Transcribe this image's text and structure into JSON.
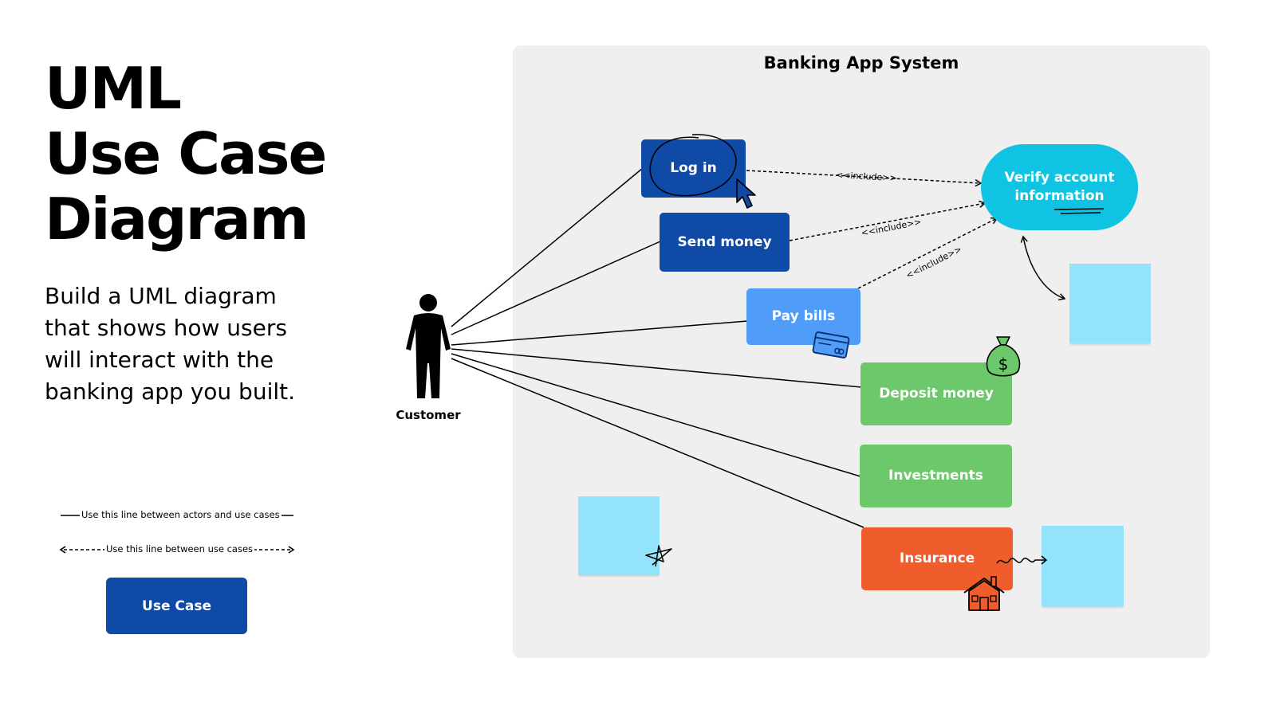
{
  "heading": {
    "line1": "UML",
    "line2": "Use Case",
    "line3": "Diagram"
  },
  "description": "Build a UML diagram that shows how users will interact with the banking app you built.",
  "legend": {
    "actor_line_label": "Use this line between actors and use cases",
    "usecase_line_label": "Use this line between use cases",
    "usecase_example": "Use Case"
  },
  "system": {
    "title": "Banking App System"
  },
  "actor": {
    "label": "Customer"
  },
  "use_cases": {
    "login": "Log in",
    "send_money": "Send money",
    "pay_bills": "Pay bills",
    "deposit_money": "Deposit money",
    "investments": "Investments",
    "insurance": "Insurance",
    "verify": "Verify account information"
  },
  "relations": {
    "include_label": "<<include>>"
  },
  "colors": {
    "dark_blue": "#0f4aa6",
    "light_blue": "#4f9cf9",
    "cyan": "#10c3e2",
    "green": "#6cc86b",
    "orange": "#ef5d2d",
    "sticky": "#94e3fc",
    "system_bg": "#efefef"
  },
  "icons": [
    "cursor-arrow-icon",
    "credit-card-icon",
    "money-bag-icon",
    "house-icon",
    "star-doodle-icon",
    "squiggle-doodle-icon"
  ]
}
